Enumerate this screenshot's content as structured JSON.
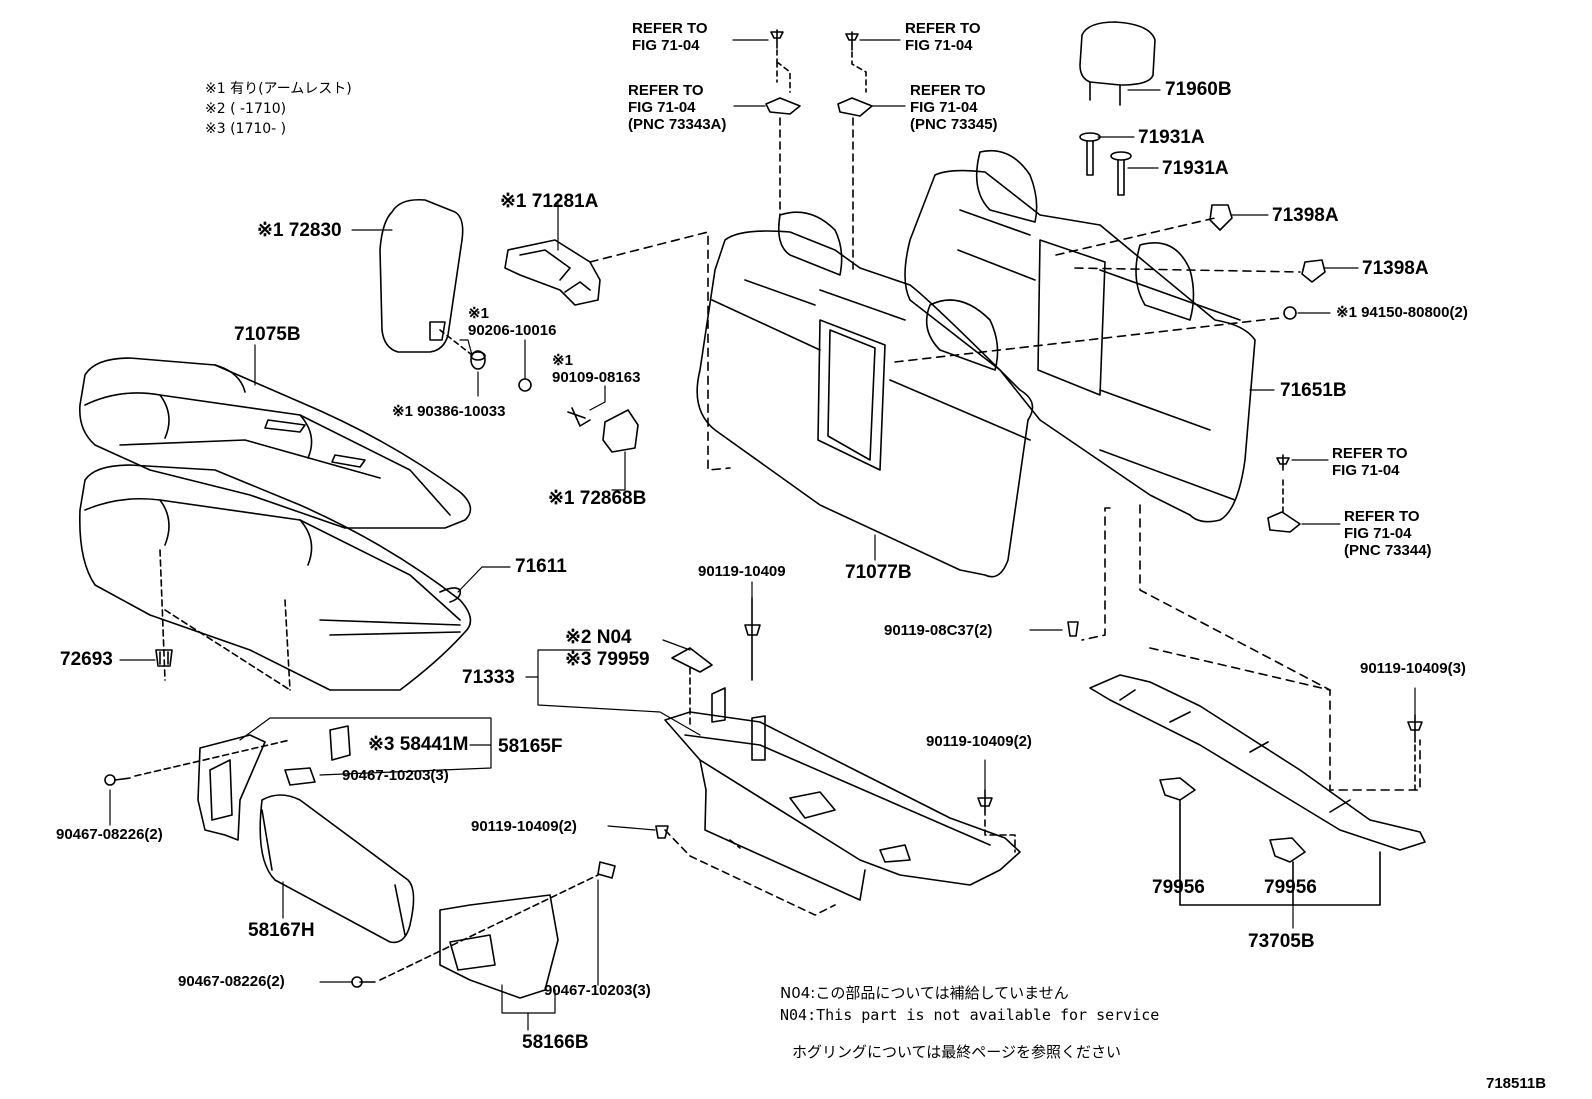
{
  "legend": {
    "line1": "※1 有り(アームレスト)",
    "line2": "※2 (      -1710)",
    "line3": "※3 (1710-      )"
  },
  "refs": {
    "r1": "REFER TO\nFIG 71-04",
    "r2": "REFER TO\nFIG 71-04\n(PNC 73343A)",
    "r3": "REFER TO\nFIG 71-04",
    "r4": "REFER TO\nFIG 71-04\n(PNC 73345)",
    "r5": "REFER TO\nFIG 71-04",
    "r6": "REFER TO\nFIG 71-04\n(PNC 73344)"
  },
  "parts": {
    "p71960B": "71960B",
    "p71931A_1": "71931A",
    "p71931A_2": "71931A",
    "p71398A_1": "71398A",
    "p71398A_2": "71398A",
    "p94150": "※1 94150-80800(2)",
    "p71651B": "71651B",
    "p71281A": "※1 71281A",
    "p72830": "※1 72830",
    "p90206": "※1\n90206-10016",
    "p90109": "※1\n90109-08163",
    "p90386": "※1 90386-10033",
    "p72868B": "※1 72868B",
    "p71075B": "71075B",
    "p71611": "71611",
    "p72693": "72693",
    "p71077B": "71077B",
    "p90119_10409_a": "90119-10409",
    "p90119_08C37": "90119-08C37(2)",
    "pN04": "※2 N04",
    "p79959": "※3 79959",
    "p71333": "71333",
    "p58441M": "※3 58441M",
    "p58165F": "58165F",
    "p90467_10203_a": "90467-10203(3)",
    "p90467_08226_a": "90467-08226(2)",
    "p58167H": "58167H",
    "p90119_10409_2a": "90119-10409(2)",
    "p90119_10409_2b": "90119-10409(2)",
    "p90119_10409_3": "90119-10409(3)",
    "p90467_08226_b": "90467-08226(2)",
    "p90467_10203_b": "90467-10203(3)",
    "p58166B": "58166B",
    "p79956_1": "79956",
    "p79956_2": "79956",
    "p73705B": "73705B"
  },
  "notes": {
    "n1": "N04:この部品については補給していません",
    "n2": "N04:This part is not available for service",
    "n3": "ホグリングについては最終ページを参照ください",
    "code": "718511B"
  }
}
